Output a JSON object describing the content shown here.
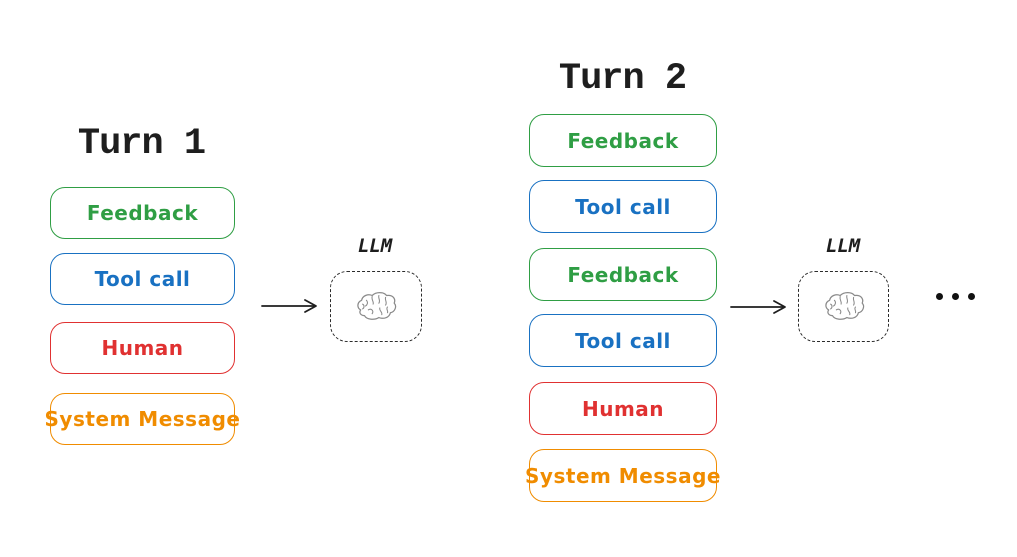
{
  "diagram": {
    "background": "#ffffff",
    "palette": {
      "green": "#2f9e44",
      "blue": "#1971c2",
      "red": "#e03131",
      "orange": "#f08c00",
      "ink": "#1e1e1e",
      "brain_stroke": "#8a8a8a"
    },
    "turns": [
      {
        "title": "Turn 1",
        "llm_label": "LLM",
        "messages": [
          {
            "label": "Feedback",
            "color": "green"
          },
          {
            "label": "Tool call",
            "color": "blue"
          },
          {
            "label": "Human",
            "color": "red"
          },
          {
            "label": "System Message",
            "color": "orange"
          }
        ]
      },
      {
        "title": "Turn 2",
        "llm_label": "LLM",
        "messages": [
          {
            "label": "Feedback",
            "color": "green"
          },
          {
            "label": "Tool call",
            "color": "blue"
          },
          {
            "label": "Feedback",
            "color": "green"
          },
          {
            "label": "Tool call",
            "color": "blue"
          },
          {
            "label": "Human",
            "color": "red"
          },
          {
            "label": "System Message",
            "color": "orange"
          }
        ]
      }
    ],
    "ellipsis": "continues"
  }
}
